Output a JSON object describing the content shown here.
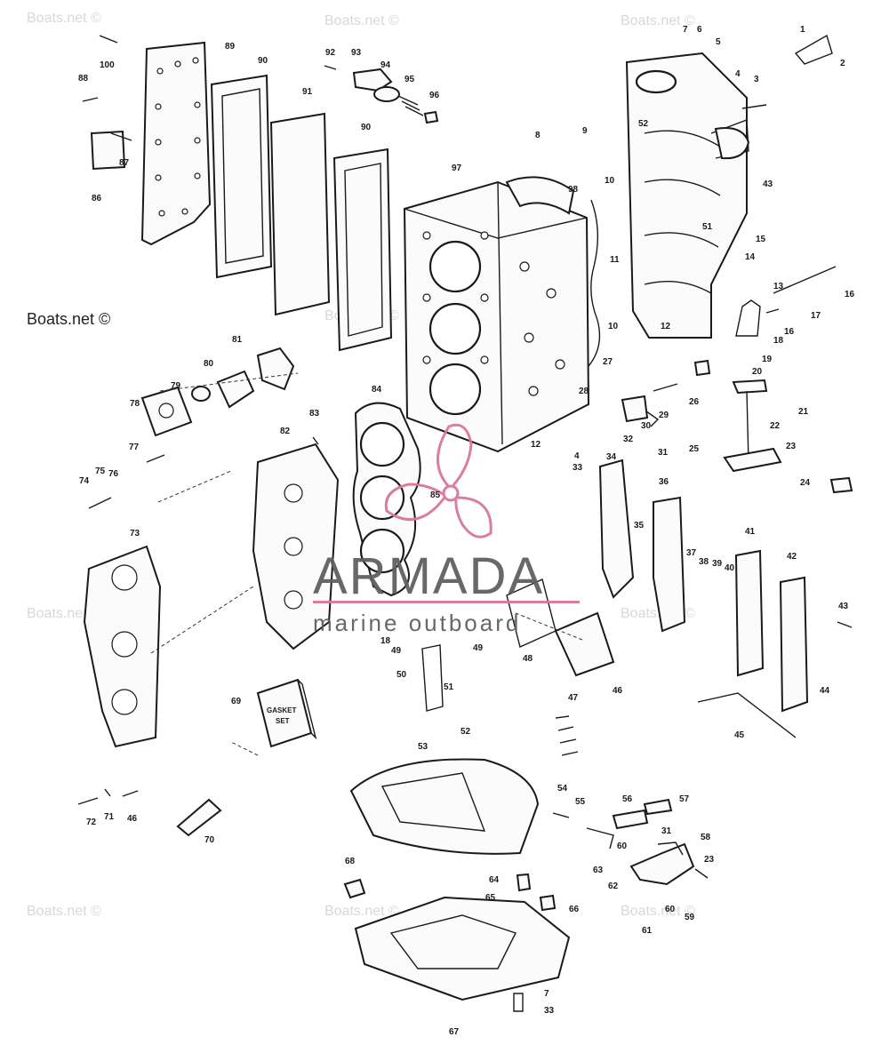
{
  "watermark": {
    "main": "Boats.net ©",
    "faint": "Boats.net ©"
  },
  "logo": {
    "brand": "ARMADA",
    "tagline": "marine outboard",
    "color": "#d9779f"
  },
  "gasket_box": {
    "line1": "GASKET",
    "line2": "SET"
  },
  "callouts": {
    "c1": "1",
    "c2": "2",
    "c3": "3",
    "c4": "4",
    "c5": "5",
    "c6": "6",
    "c7": "7",
    "c8": "8",
    "c9": "9",
    "c10": "10",
    "c11": "11",
    "c12": "12",
    "c13": "13",
    "c14": "14",
    "c15": "15",
    "c16": "16",
    "c17": "17",
    "c18": "18",
    "c19": "19",
    "c20": "20",
    "c21": "21",
    "c22": "22",
    "c23": "23",
    "c24": "24",
    "c25": "25",
    "c26": "26",
    "c27": "27",
    "c28": "28",
    "c29": "29",
    "c30": "30",
    "c31": "31",
    "c32": "32",
    "c33": "33",
    "c34": "34",
    "c35": "35",
    "c36": "36",
    "c37": "37",
    "c38": "38",
    "c39": "39",
    "c40": "40",
    "c41": "41",
    "c42": "42",
    "c43": "43",
    "c44": "44",
    "c45": "45",
    "c46": "46",
    "c47": "47",
    "c48": "48",
    "c49": "49",
    "c50": "50",
    "c51": "51",
    "c52": "52",
    "c53": "53",
    "c54": "54",
    "c55": "55",
    "c56": "56",
    "c57": "57",
    "c58": "58",
    "c59": "59",
    "c60": "60",
    "c61": "61",
    "c62": "62",
    "c63": "63",
    "c64": "64",
    "c65": "65",
    "c66": "66",
    "c67": "67",
    "c68": "68",
    "c69": "69",
    "c70": "70",
    "c71": "71",
    "c72": "72",
    "c73": "73",
    "c74": "74",
    "c75": "75",
    "c76": "76",
    "c77": "77",
    "c78": "78",
    "c79": "79",
    "c80": "80",
    "c81": "81",
    "c82": "82",
    "c83": "83",
    "c84": "84",
    "c85": "85",
    "c86": "86",
    "c87": "87",
    "c88": "88",
    "c89": "89",
    "c90": "90",
    "c91": "91",
    "c92": "92",
    "c93": "93",
    "c94": "94",
    "c95": "95",
    "c96": "96",
    "c97": "97",
    "c98": "98",
    "c100": "100"
  }
}
